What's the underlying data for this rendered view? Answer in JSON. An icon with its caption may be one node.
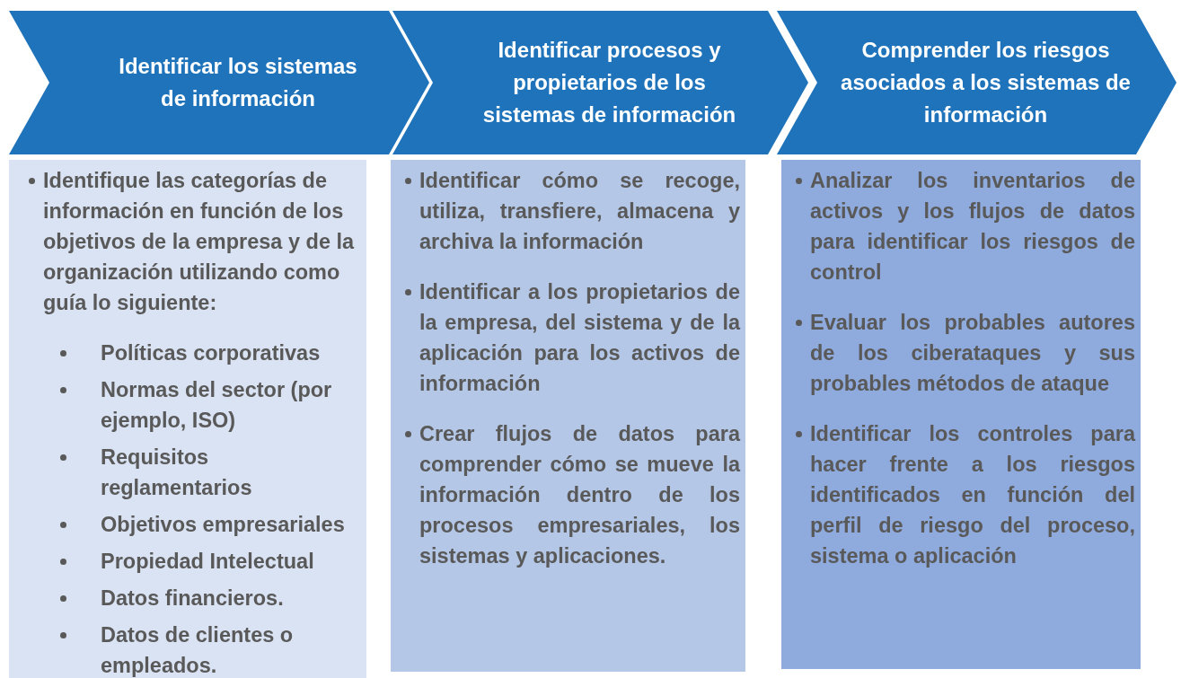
{
  "diagram": {
    "nodes": [
      {
        "text": [
          "Identificar los sistemas de información"
        ]
      },
      {
        "text": [
          "Identificar procesos y propietarios de los sistemas de información"
        ]
      },
      {
        "text": [
          "Comprender los riesgos asociados a los sistemas de información"
        ]
      },
      {
        "text": [
          "Identifique **las categorías de información** en función de los objetivos de la empresa y de la organización utilizando como guía lo siguiente:",
          "Políticas corporativas",
          "Normas del sector (por ejemplo, ISO)",
          "Requisitos reglamentarios",
          "Objetivos empresariales",
          "Propiedad Intelectual",
          "Datos financieros.",
          "Datos de clientes o empleados."
        ]
      },
      {
        "text": [
          "Identificar cómo se recoge, utiliza, transfiere, almacena y archiva la información",
          "**Identificar a los propietarios** de la empresa, del sistema y de la aplicación para los activos de información",
          "**Crear flujos de datos** para comprender cómo se mueve la información dentro de los procesos empresariales, los sistemas y aplicaciones."
        ]
      },
      {
        "text": [
          "Analizar los **inventarios de activos** y los **flujos de datos** para identificar los riesgos de control",
          "Evaluar **los probables autores** de los ciberataques y sus probables métodos de ataque",
          "Identificar **los controles** para hacer frente a los riesgos identificados en función del perfil de riesgo del proceso, sistema o aplicación"
        ]
      }
    ]
  }
}
